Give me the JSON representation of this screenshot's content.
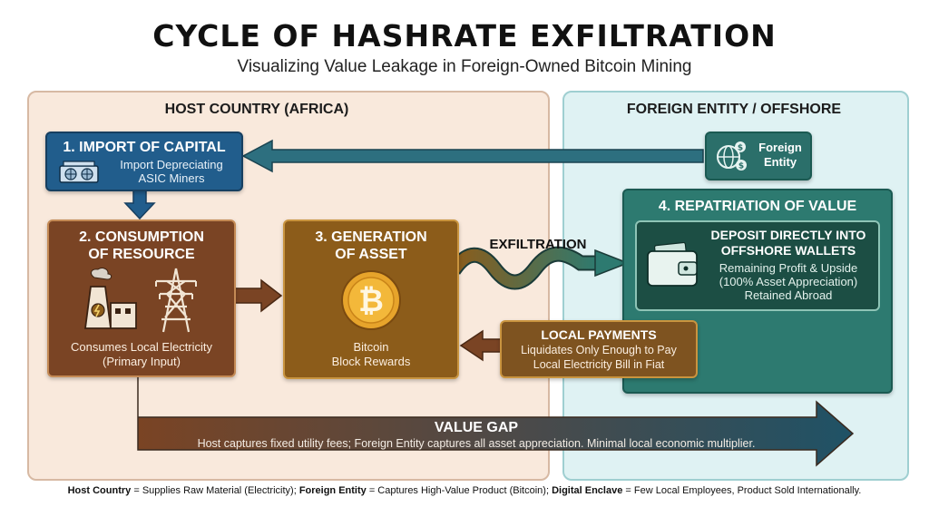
{
  "header": {
    "title": "CYCLE OF HASHRATE EXFILTRATION",
    "subtitle": "Visualizing Value Leakage in Foreign-Owned Bitcoin Mining"
  },
  "panels": {
    "host_label": "HOST COUNTRY (AFRICA)",
    "foreign_label": "FOREIGN ENTITY / OFFSHORE"
  },
  "steps": {
    "import": {
      "title": "1. IMPORT OF CAPITAL",
      "desc_1": "Import Depreciating",
      "desc_2": "ASIC Miners"
    },
    "consumption": {
      "title_1": "2. CONSUMPTION",
      "title_2": "OF RESOURCE",
      "desc_1": "Consumes Local Electricity",
      "desc_2": "(Primary Input)"
    },
    "generation": {
      "title_1": "3. GENERATION",
      "title_2": "OF ASSET",
      "desc_1": "Bitcoin",
      "desc_2": "Block Rewards"
    },
    "repatriation": {
      "title": "4. REPATRIATION OF VALUE",
      "inner_title_1": "DEPOSIT DIRECTLY INTO",
      "inner_title_2": "OFFSHORE WALLETS",
      "inner_desc_1": "Remaining Profit & Upside",
      "inner_desc_2": "(100% Asset Appreciation)",
      "inner_desc_3": "Retained Abroad"
    }
  },
  "foreign_entity": {
    "line_1": "Foreign",
    "line_2": "Entity"
  },
  "exfiltration_label": "EXFILTRATION",
  "local_payments": {
    "title": "LOCAL PAYMENTS",
    "desc_1": "Liquidates Only Enough to Pay",
    "desc_2": "Local Electricity Bill in Fiat"
  },
  "value_gap": {
    "title": "VALUE GAP",
    "desc": "Host captures fixed utility fees; Foreign Entity captures all asset appreciation. Minimal local economic multiplier."
  },
  "legend": {
    "host_term": "Host Country",
    "host_def": " = Supplies Raw Material (Electricity); ",
    "foreign_term": "Foreign Entity",
    "foreign_def": " = Captures High-Value Product (Bitcoin); ",
    "enclave_term": "Digital Enclave",
    "enclave_def": " = Few Local Employees, Product Sold Internationally."
  },
  "colors": {
    "host_panel": "#f9e9dc",
    "foreign_panel": "#dff2f3",
    "import_box": "#215d8c",
    "consumption_box": "#7a4424",
    "generation_box": "#8c5c1a",
    "repatriation_box": "#2d7a70",
    "value_gap_start": "#7a4424",
    "value_gap_end": "#1f5266"
  }
}
